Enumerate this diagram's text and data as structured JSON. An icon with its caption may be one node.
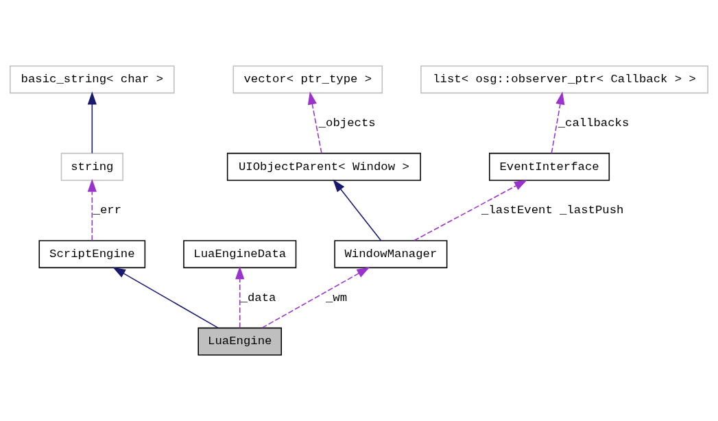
{
  "diagram": {
    "nodes": [
      {
        "text": [
          "basic_string< char >"
        ]
      },
      {
        "text": [
          "vector< ptr_type >"
        ]
      },
      {
        "text": [
          "list< osg::observer_ptr< Callback > >"
        ]
      },
      {
        "text": [
          "string"
        ]
      },
      {
        "text": [
          "UIObjectParent< Window >"
        ]
      },
      {
        "text": [
          "EventInterface"
        ]
      },
      {
        "text": [
          "ScriptEngine"
        ]
      },
      {
        "text": [
          "LuaEngineData"
        ]
      },
      {
        "text": [
          "WindowManager"
        ]
      },
      {
        "text": [
          "LuaEngine"
        ]
      }
    ],
    "edges": [
      {
        "from": 3,
        "to": 0,
        "arrow": "to",
        "color": "#191970"
      },
      {
        "from": 4,
        "to": 1,
        "arrow": "to",
        "label": "_objects",
        "style": "dashed"
      },
      {
        "from": 5,
        "to": 2,
        "arrow": "to",
        "label": "_callbacks",
        "style": "dashed"
      },
      {
        "from": 6,
        "to": 3,
        "arrow": "to",
        "label": "_err",
        "style": "dashed"
      },
      {
        "from": 8,
        "to": 4,
        "arrow": "to",
        "color": "#191970"
      },
      {
        "from": 8,
        "to": 5,
        "arrow": "to",
        "label": "_lastEvent _lastPush",
        "style": "dashed"
      },
      {
        "from": 9,
        "to": 6,
        "arrow": "to",
        "color": "#191970"
      },
      {
        "from": 9,
        "to": 7,
        "arrow": "to",
        "label": "_data",
        "style": "dashed"
      },
      {
        "from": 9,
        "to": 8,
        "arrow": "to",
        "label": "_wm",
        "style": "dashed"
      }
    ]
  }
}
